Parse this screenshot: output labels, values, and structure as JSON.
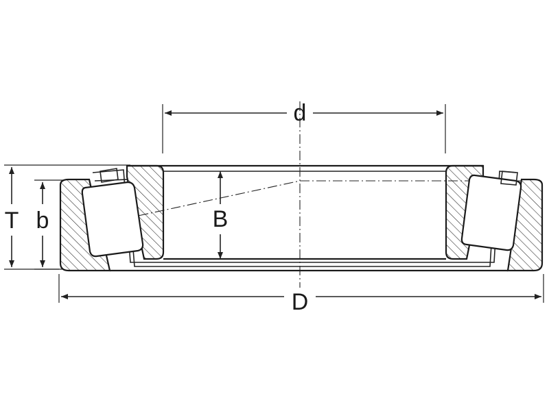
{
  "diagram": {
    "labels": {
      "d": "d",
      "D": "D",
      "B": "B",
      "T": "T",
      "b": "b"
    },
    "colors": {
      "line": "#222222",
      "background": "#ffffff"
    }
  }
}
